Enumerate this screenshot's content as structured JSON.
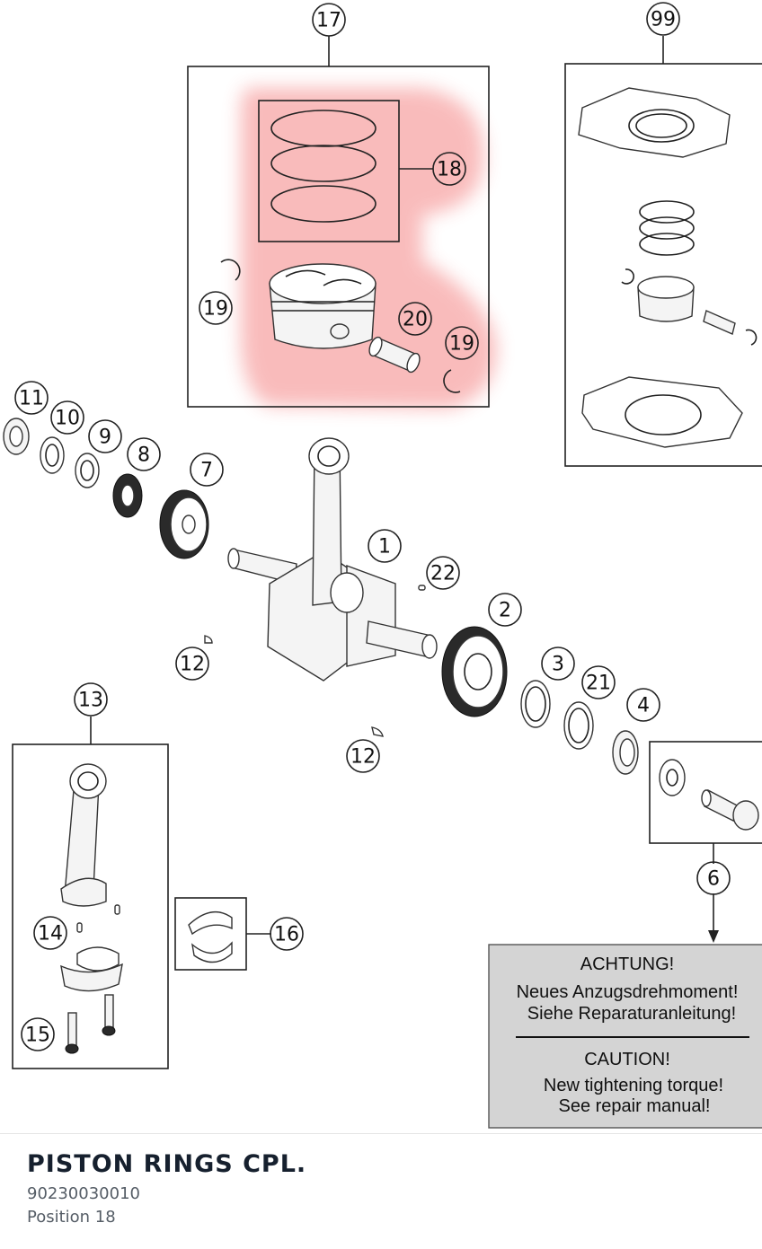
{
  "diagram": {
    "callouts": {
      "c17": "17",
      "c99": "99",
      "c18": "18",
      "c19a": "19",
      "c19b": "19",
      "c20": "20",
      "c11": "11",
      "c10": "10",
      "c9": "9",
      "c8": "8",
      "c7": "7",
      "c1": "1",
      "c22": "22",
      "c2": "2",
      "c3": "3",
      "c21": "21",
      "c4": "4",
      "c12a": "12",
      "c12b": "12",
      "c13": "13",
      "c14": "14",
      "c15": "15",
      "c16": "16",
      "c6": "6"
    },
    "highlight_color": "#f26a6a",
    "warning": {
      "de_title": "ACHTUNG!",
      "de_line1": "Neues Anzugsdrehmoment!",
      "de_line2": "Siehe Reparaturanleitung!",
      "en_title": "CAUTION!",
      "en_line1": "New tightening torque!",
      "en_line2": "See repair manual!",
      "background": "#d4d4d4"
    }
  },
  "selected_part": {
    "title": "PISTON RINGS CPL.",
    "number": "90230030010",
    "position": "Position 18"
  }
}
